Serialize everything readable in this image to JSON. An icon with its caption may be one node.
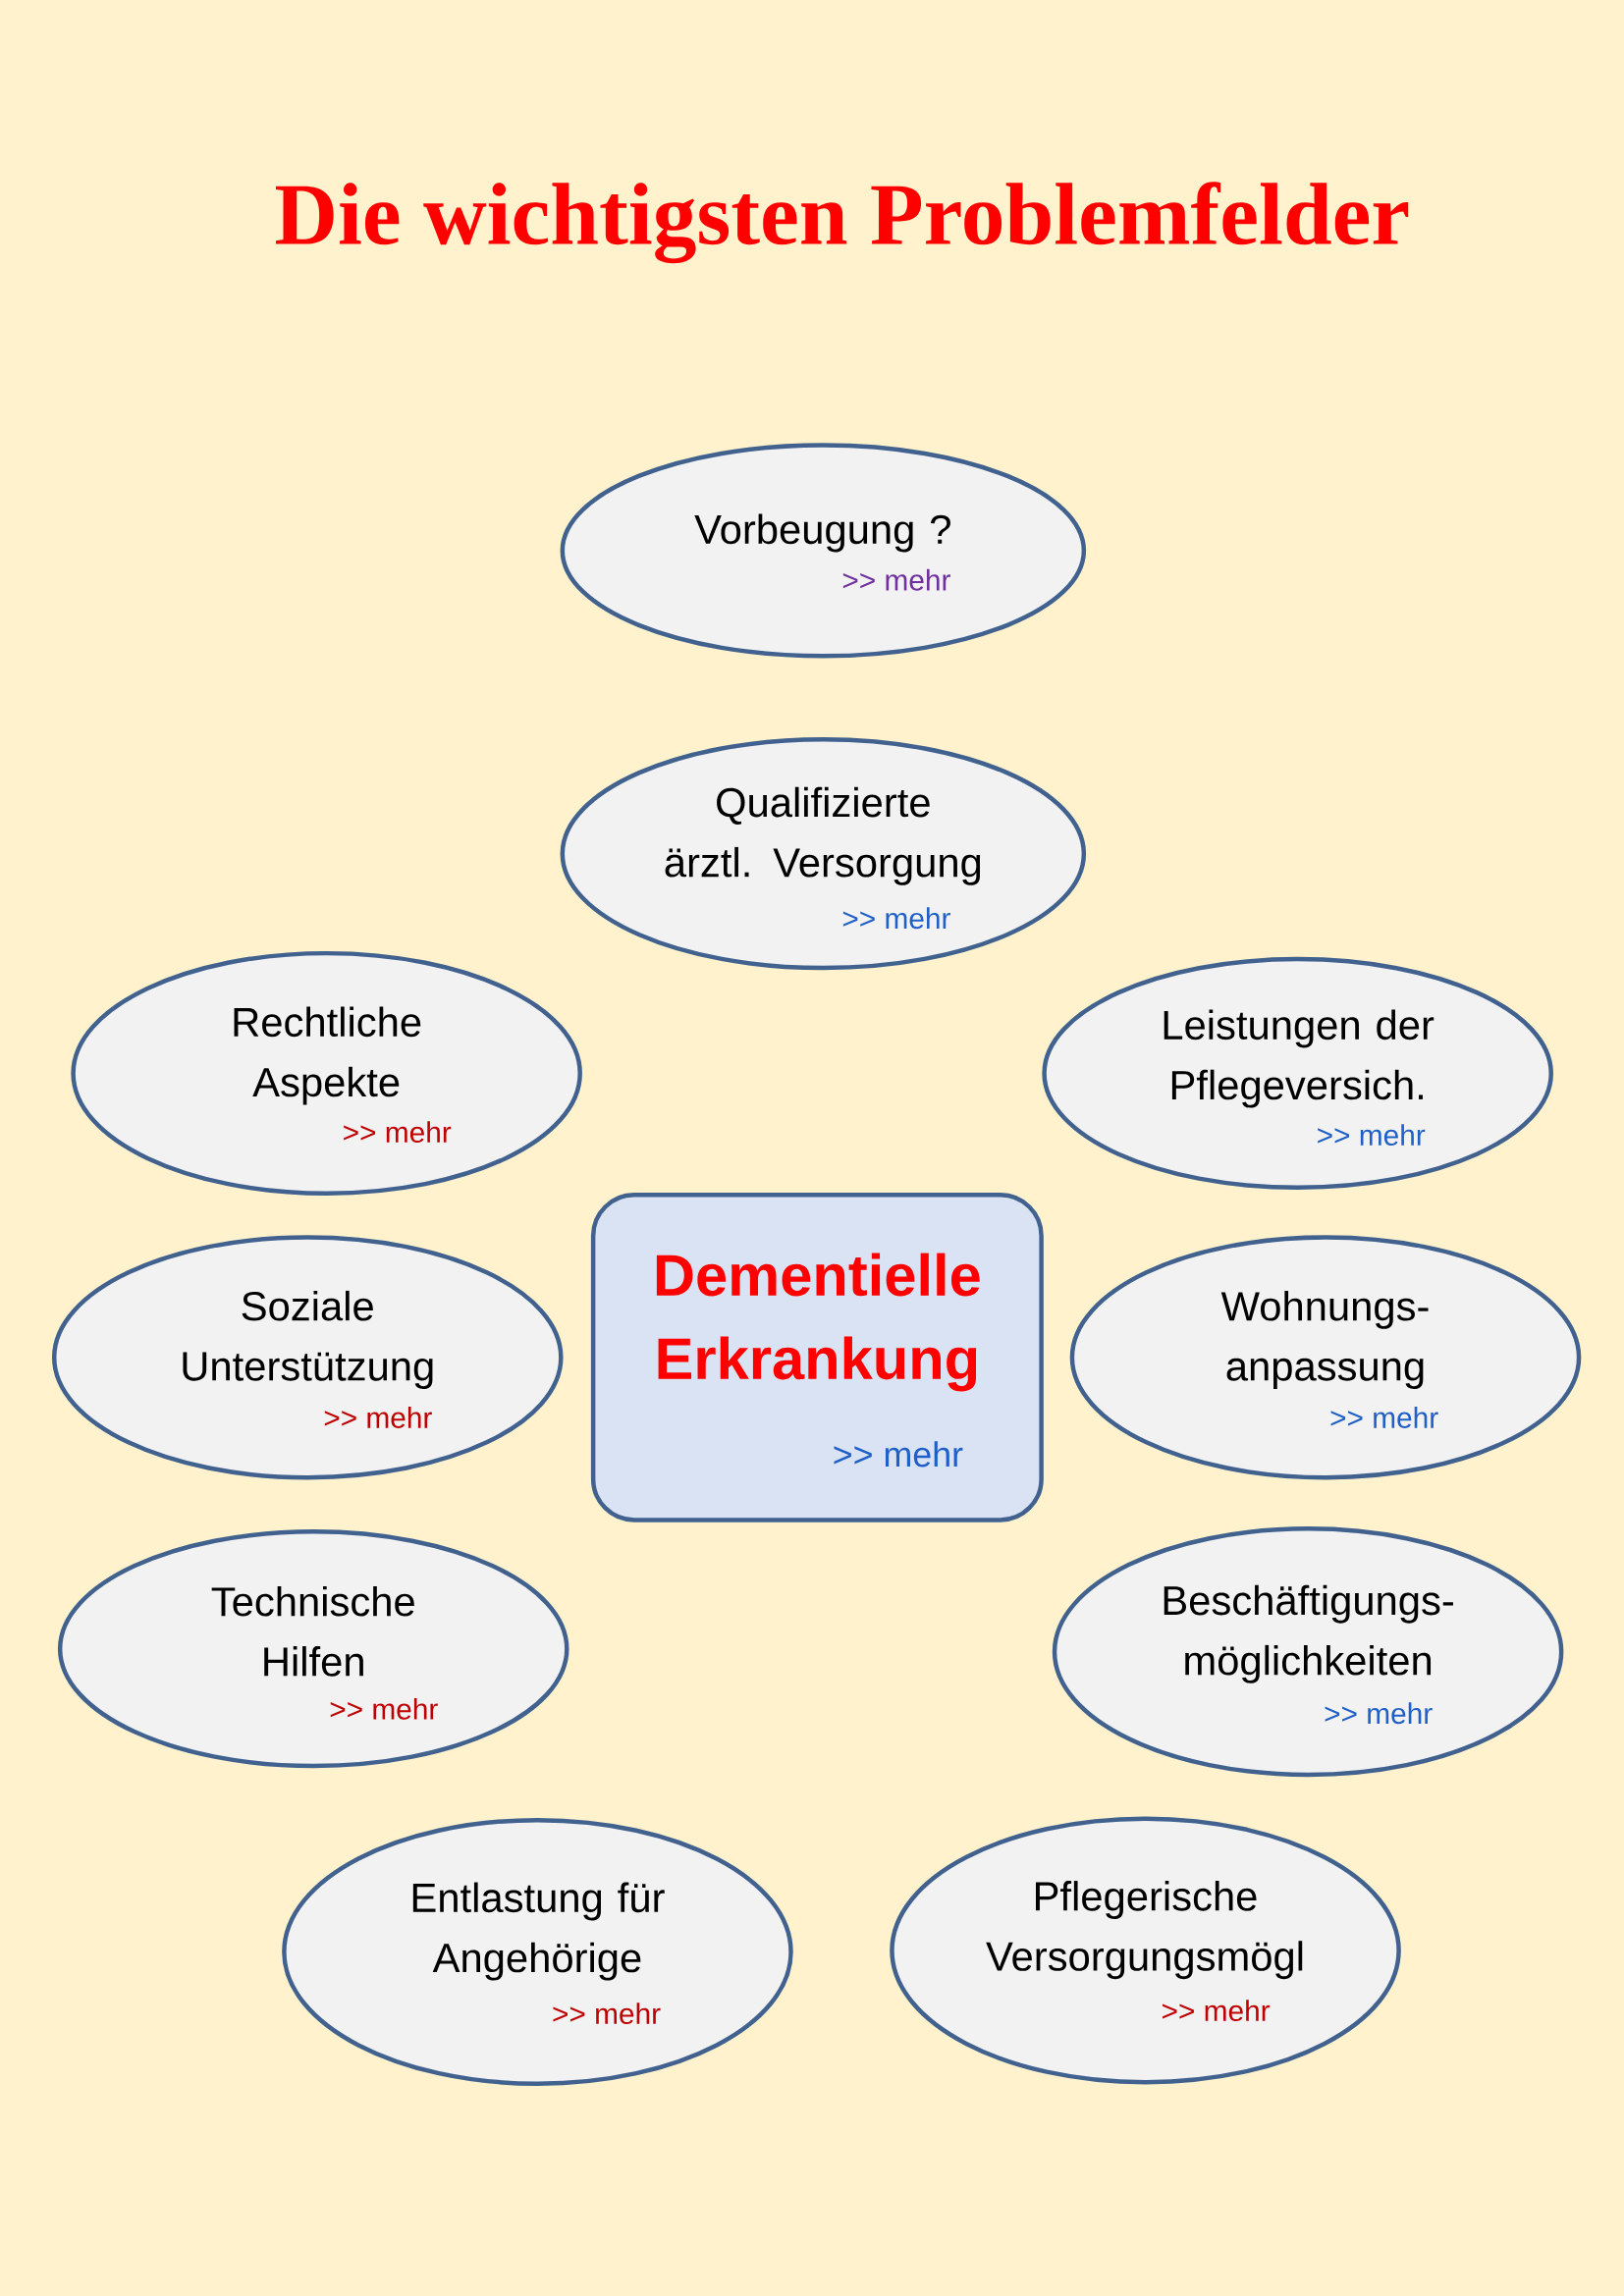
{
  "diagram": {
    "title": "Die wichtigsten Problemfelder",
    "nodes": [
      {
        "text": [
          "Vorbeugung ?",
          ">> mehr"
        ]
      },
      {
        "text": [
          "Qualifizierte ärztl. Versorgung",
          ">> mehr"
        ]
      },
      {
        "text": [
          "Rechtliche Aspekte",
          ">> mehr"
        ]
      },
      {
        "text": [
          "Leistungen der Pflegeversich.",
          ">> mehr"
        ]
      },
      {
        "text": [
          "Soziale Unterstützung",
          ">> mehr"
        ]
      },
      {
        "text": [
          "Dementielle Erkrankung",
          ">> mehr"
        ]
      },
      {
        "text": [
          "Wohnungs- anpassung",
          ">> mehr"
        ]
      },
      {
        "text": [
          "Technische Hilfen",
          ">> mehr"
        ]
      },
      {
        "text": [
          "Beschäftigungs- möglichkeiten",
          ">> mehr"
        ]
      },
      {
        "text": [
          "Entlastung für Angehörige",
          ">> mehr"
        ]
      },
      {
        "text": [
          "Pflegerische Versorgungsmögl",
          ">> mehr"
        ]
      }
    ],
    "edges": []
  }
}
